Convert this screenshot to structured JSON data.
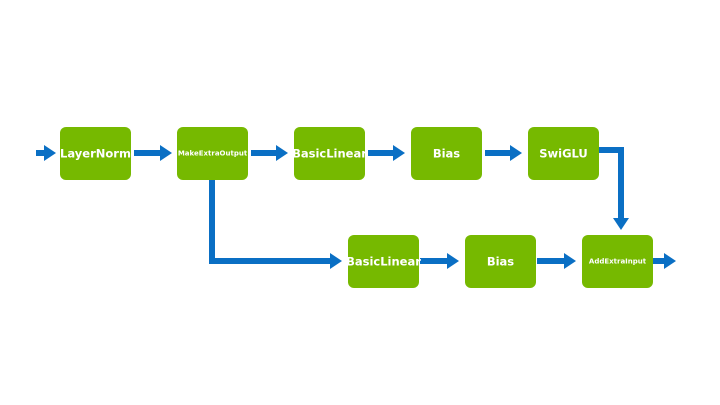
{
  "diagram": {
    "nodes": {
      "layernorm": "LayerNorm",
      "make_extra_output": "MakeExtraOutput",
      "basic_linear_top": "BasicLinear",
      "bias_top": "Bias",
      "swiglu": "SwiGLU",
      "basic_linear_bottom": "BasicLinear",
      "bias_bottom": "Bias",
      "add_extra_input": "AddExtraInput"
    },
    "colors": {
      "node_fill": "#76b900",
      "arrow": "#0a6fc4",
      "text": "#ffffff"
    }
  }
}
